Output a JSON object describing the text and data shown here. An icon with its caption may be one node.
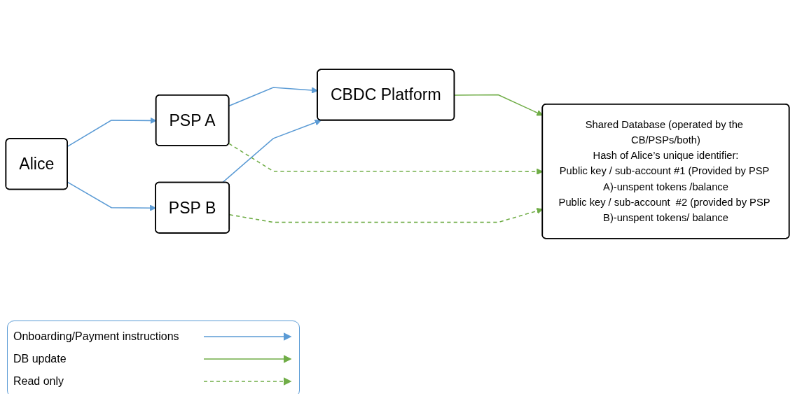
{
  "diagram": {
    "nodes": [
      {
        "text": [
          "Alice"
        ]
      },
      {
        "text": [
          "PSP A"
        ]
      },
      {
        "text": [
          "CBDC Platform"
        ]
      },
      {
        "text": [
          "PSP B"
        ]
      },
      {
        "text": [
          "Shared Database (operated by the CB/PSPs/both)",
          "Hash of Alice’s unique identifier:",
          "Public key / sub-account #1 (Provided by PSP A)-unspent tokens /balance",
          "Public key / sub-account  #2 (provided by PSP B)-unspent tokens/ balance"
        ]
      }
    ],
    "edges": [
      {
        "from": 0,
        "to": 1,
        "arrow": "to"
      },
      {
        "from": 1,
        "to": 2,
        "arrow": "to"
      },
      {
        "from": 0,
        "to": 3,
        "arrow": "to"
      },
      {
        "from": 3,
        "to": 2,
        "arrow": "to"
      },
      {
        "from": 2,
        "to": 4,
        "arrow": "to",
        "color": "#70ad47"
      },
      {
        "from": 1,
        "to": 4,
        "arrow": "to",
        "style": "dashed",
        "color": "#70ad47"
      },
      {
        "from": 3,
        "to": 4,
        "arrow": "to",
        "style": "dashed",
        "color": "#70ad47"
      }
    ],
    "legend": [
      {
        "text": "Onboarding/Payment instructions"
      },
      {
        "text": "DB update"
      },
      {
        "text": "Read only"
      }
    ]
  }
}
